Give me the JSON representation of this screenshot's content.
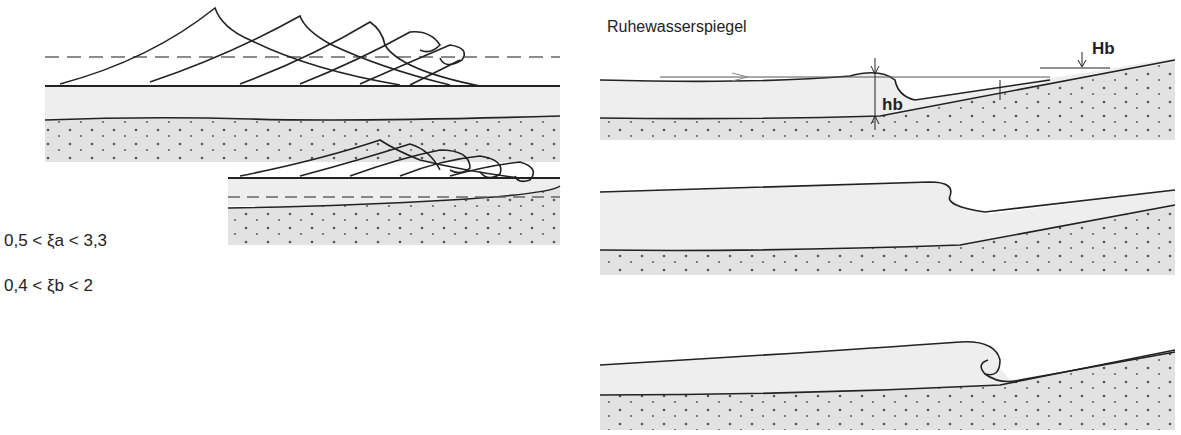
{
  "diagram": {
    "labels": [
      "Ruhewasserspiegel",
      "Hb",
      "hb",
      "0,5 < ξa < 3,3",
      "0,4 < ξb < 2"
    ]
  }
}
